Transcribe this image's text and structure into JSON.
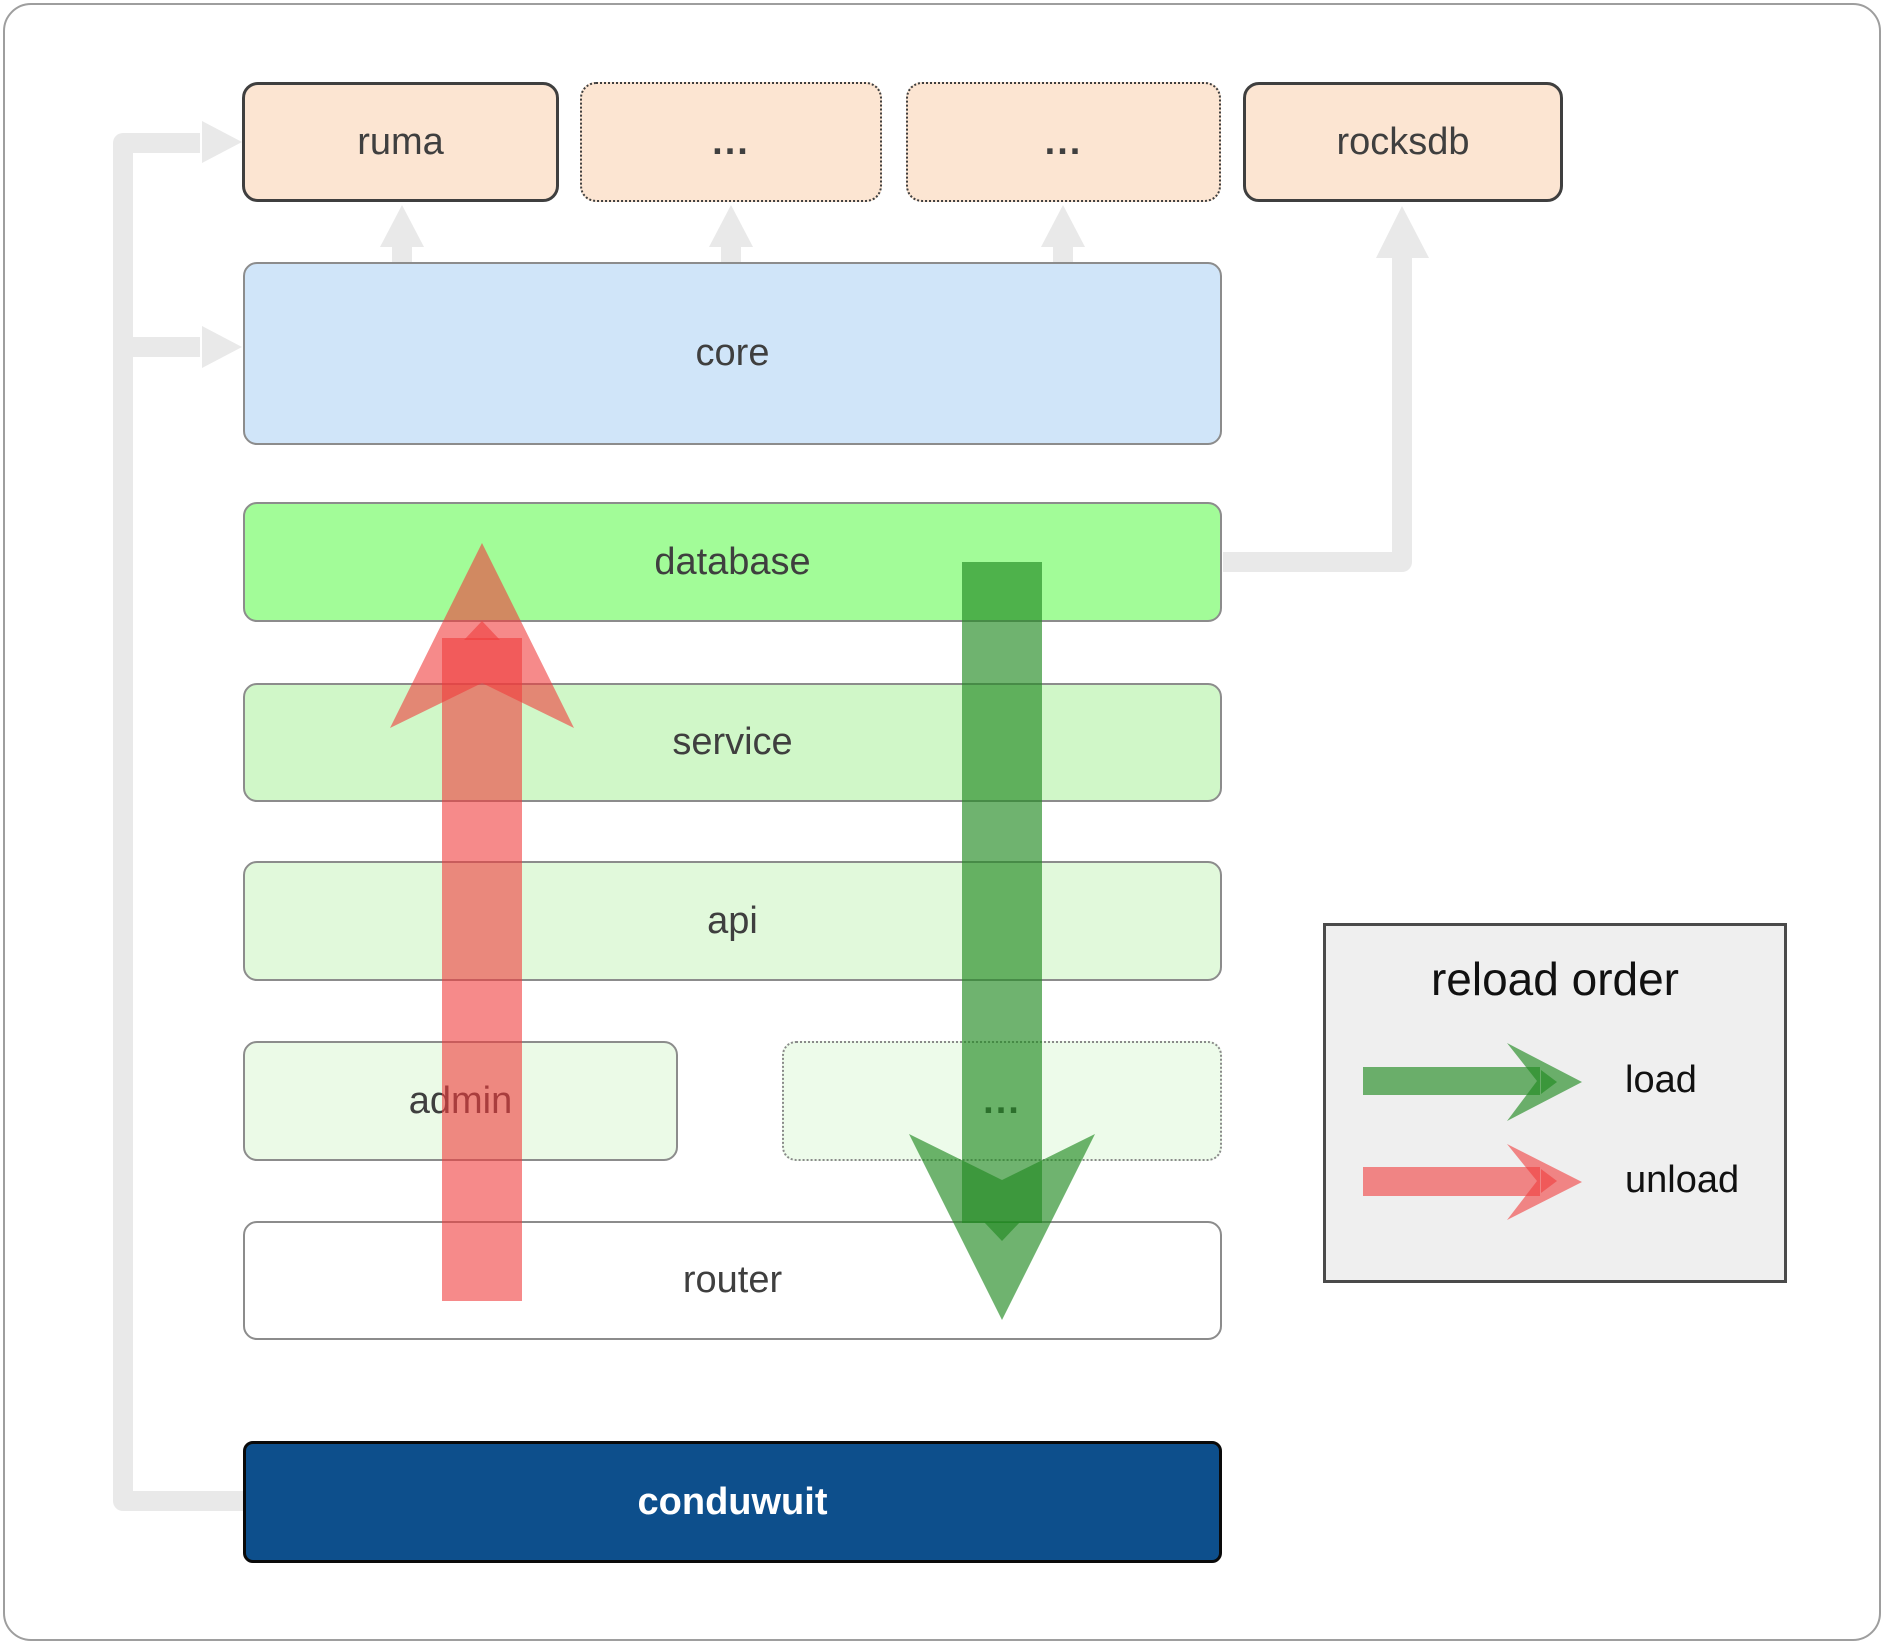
{
  "nodes": {
    "ruma": {
      "label": "ruma"
    },
    "external_1": {
      "label": "..."
    },
    "external_2": {
      "label": "..."
    },
    "rocksdb": {
      "label": "rocksdb"
    },
    "core": {
      "label": "core"
    },
    "database": {
      "label": "database"
    },
    "service": {
      "label": "service"
    },
    "api": {
      "label": "api"
    },
    "admin": {
      "label": "admin"
    },
    "service_more": {
      "label": "..."
    },
    "router": {
      "label": "router"
    },
    "conduwuit": {
      "label": "conduwuit"
    }
  },
  "legend": {
    "title": "reload order",
    "load_label": "load",
    "unload_label": "unload"
  },
  "colors": {
    "load_green": "#228B22",
    "unload_red": "#F03C3C",
    "external_peach": "#FCE5D2",
    "core_blue": "#D0E5F9",
    "database_green": "#A2FC98",
    "service_green": "#D0F7C8",
    "api_green": "#E1F9DB",
    "admin_green": "#EBFAE7",
    "conduwuit_blue": "#0D4F8C",
    "connector_gray": "#E9E9E9",
    "label_gray": "#3F3F3F"
  }
}
